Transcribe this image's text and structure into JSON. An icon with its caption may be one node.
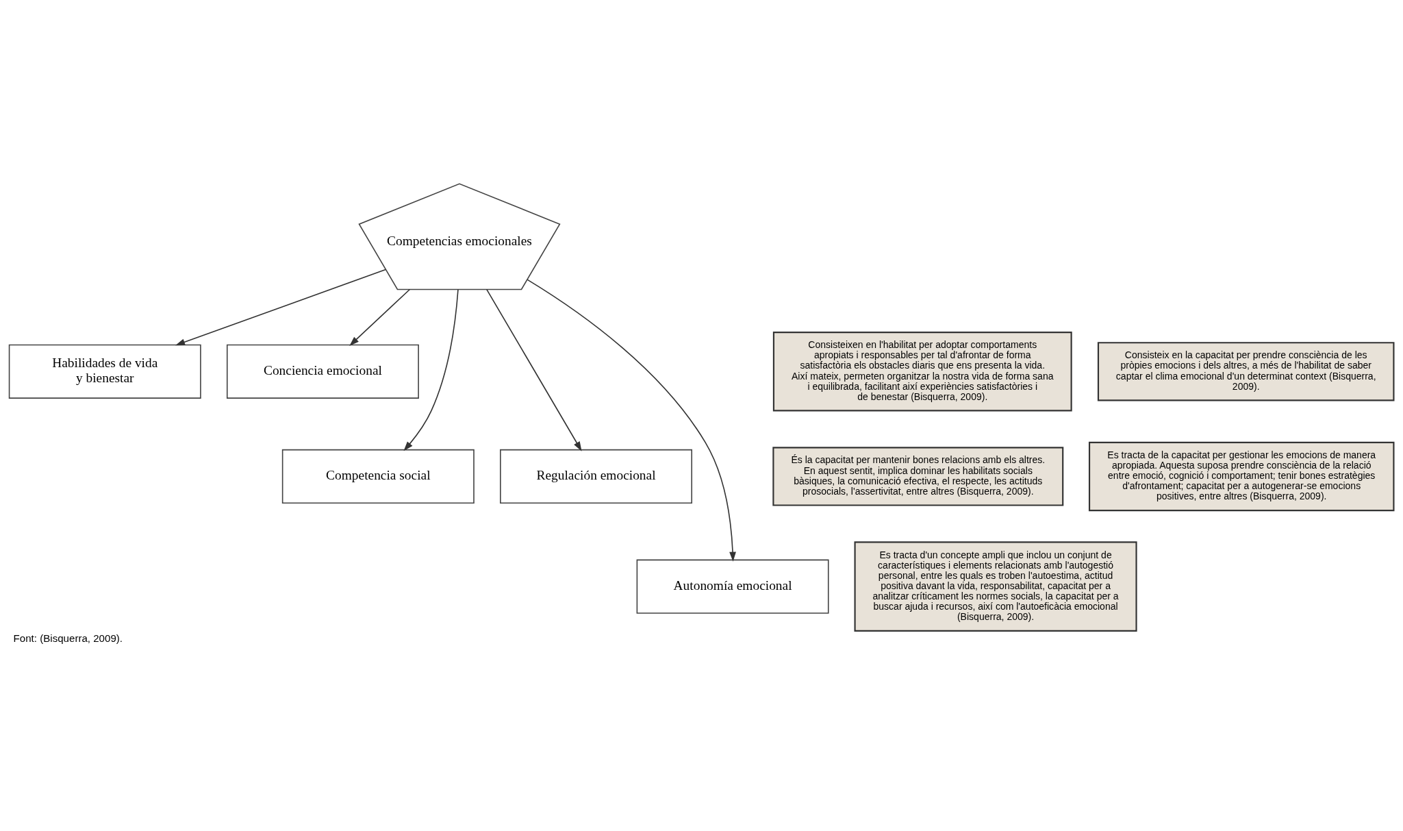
{
  "diagram": {
    "caption": "Font: (Bisquerra, 2009).",
    "nodes": [
      {
        "text": [
          "Habilidades de vida y bienestar"
        ]
      },
      {
        "text": [
          "Conciencia emocional"
        ]
      },
      {
        "text": [
          "Consisteixen en l'habilitat per adoptar comportaments apropiats i responsables per tal d'afrontar de forma satisfactòria els obstacles diaris que ens presenta la vida. Així mateix, permeten organitzar la nostra vida de forma sana i equilibrada, facilitant així experiències satisfactòries i de benestar (Bisquerra, 2009)."
        ]
      },
      {
        "text": [
          "Consisteix en la capacitat per prendre consciència de les pròpies emocions i dels altres, a més de l'habilitat de saber captar el clima emocional d'un determinat context (Bisquerra, 2009)."
        ]
      },
      {
        "text": [
          "Competencias emocionales"
        ]
      },
      {
        "text": [
          "Competencia social"
        ]
      },
      {
        "text": [
          "Regulación emocional"
        ]
      },
      {
        "text": [
          "És la capacitat per mantenir bones relacions amb els altres. En aquest sentit, implica dominar les habilitats socials bàsiques, la comunicació efectiva, el respecte, les actituds prosocials, l'assertivitat, entre altres (Bisquerra, 2009)."
        ]
      },
      {
        "text": [
          "Autonomía emocional"
        ]
      },
      {
        "text": [
          "Es tracta de la capacitat per gestionar les emocions de manera apropiada. Aquesta suposa prendre consciència de la relació entre emoció, cognició i comportament; tenir bones estratègies d'afrontament; capacitat per a autogenerar-se emocions positives, entre altres (Bisquerra, 2009)."
        ]
      },
      {
        "text": [
          "Es tracta d'un concepte ampli que inclou un conjunt de característiques i elements relacionats amb l'autogestió personal, entre les quals es troben l'autoestima, actitud positiva davant la vida, responsabilitat, capacitat per a analitzar críticament les normes socials, la capacitat per a buscar ajuda i recursos, així com l'autoeficàcia emocional (Bisquerra, 2009)."
        ]
      }
    ],
    "edges": [
      {
        "from": 4,
        "to": 0,
        "arrow": "to"
      },
      {
        "from": 4,
        "to": 1,
        "arrow": "to"
      },
      {
        "from": 4,
        "to": 5,
        "arrow": "to"
      },
      {
        "from": 4,
        "to": 6,
        "arrow": "to"
      },
      {
        "from": 4,
        "to": 8,
        "arrow": "to"
      }
    ]
  }
}
